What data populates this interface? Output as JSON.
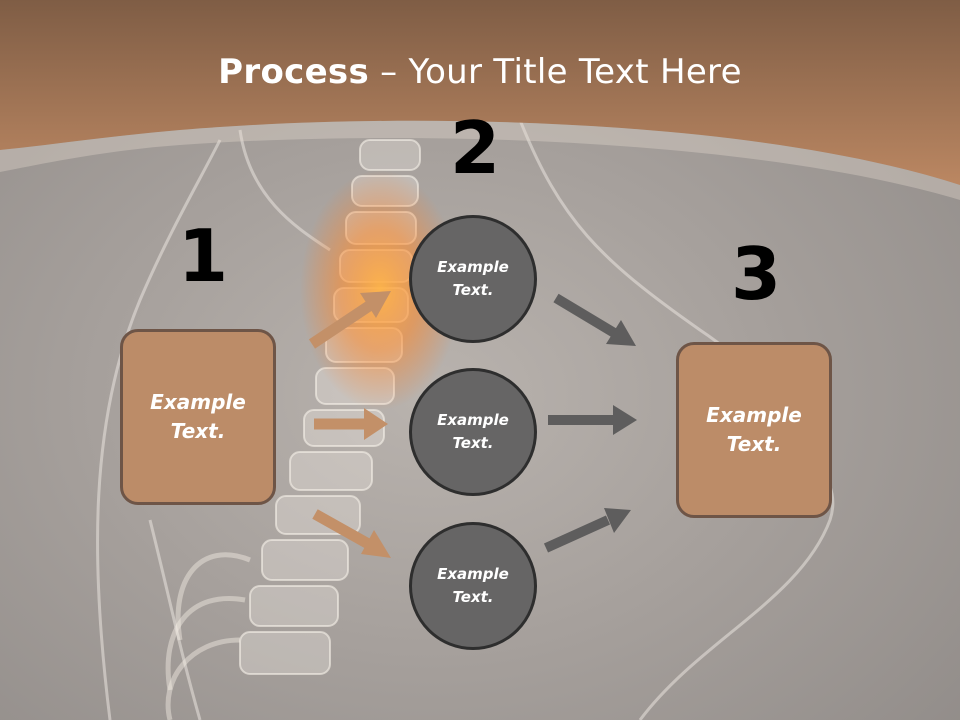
{
  "slide": {
    "title_bold": "Process",
    "title_rest": " – Your Title Text Here",
    "steps": [
      "1",
      "2",
      "3"
    ],
    "left_box_text": "Example Text.",
    "right_box_text": "Example Text.",
    "circles": [
      "Example Text.",
      "Example Text.",
      "Example Text."
    ]
  },
  "colors": {
    "header": "#b5825f",
    "box_fill": "#bc8c68",
    "circle_fill": "#666565",
    "arrow_brown": "#c39068",
    "arrow_gray": "#5e5d5d"
  }
}
